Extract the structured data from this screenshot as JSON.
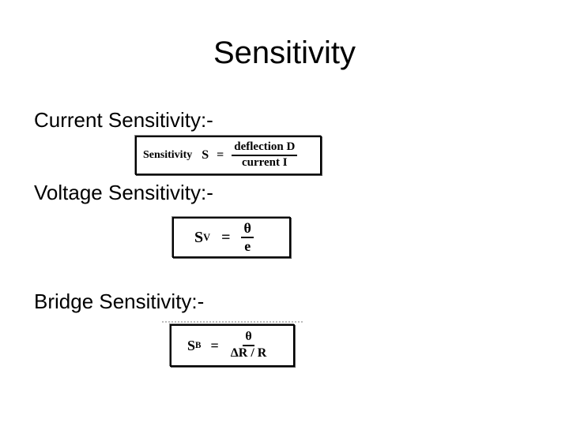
{
  "slide": {
    "title": "Sensitivity",
    "current": {
      "label": "Current Sensitivity:-",
      "formula": {
        "prefix": "Sensitivity",
        "symbol": "S",
        "equals": "=",
        "numerator": "deflection D",
        "denominator": "current I"
      }
    },
    "voltage": {
      "label": "Voltage Sensitivity:-",
      "formula": {
        "symbol": "S",
        "subscript": "V",
        "equals": "=",
        "numerator": "θ",
        "denominator": "e"
      }
    },
    "bridge": {
      "label": "Bridge Sensitivity:-",
      "formula": {
        "symbol": "S",
        "subscript": "B",
        "equals": "=",
        "numerator": "θ",
        "denominator": "ΔR / R"
      }
    }
  }
}
